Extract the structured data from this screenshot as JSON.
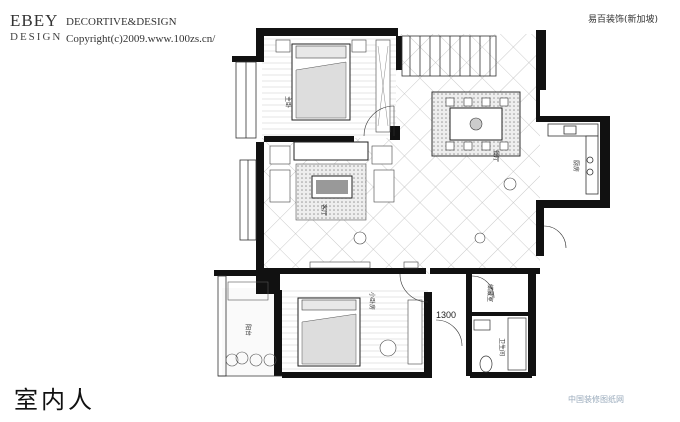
{
  "header": {
    "brand_line1": "EBEY",
    "brand_line2": "DESIGN",
    "tagline": "DECORTIVE&DESIGN",
    "copyright": "Copyright(c)2009.www.100zs.cn/",
    "company_cn": "易百装饰(新加坡)"
  },
  "rooms": {
    "master_bedroom": "主卧",
    "living_room": "客厅",
    "dining_room": "餐厅",
    "kitchen": "厨房",
    "second_bedroom": "小卧房",
    "balcony": "阳台",
    "storage": "储藏室",
    "bathroom": "卫生间"
  },
  "dimension_label": "1300",
  "signature": "室内人",
  "watermark": "中国装修图纸网"
}
